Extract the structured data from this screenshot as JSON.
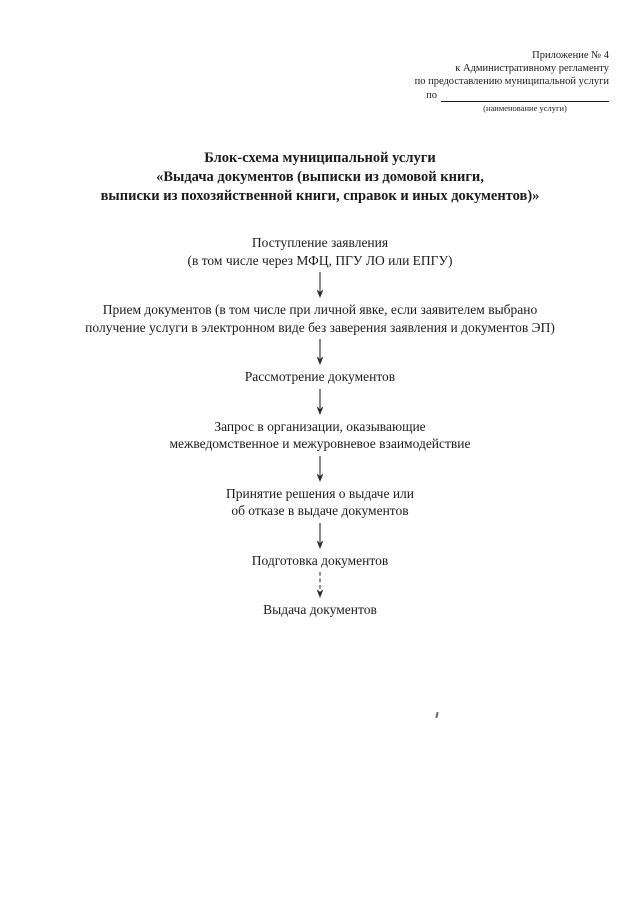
{
  "page": {
    "header": {
      "appendix": "Приложение № 4",
      "to_regulation": "к Административному регламенту",
      "service_provision": "по предоставлению муниципальной услуги",
      "po_prefix": "по",
      "blank_caption": "(наименование услуги)"
    },
    "title": {
      "line1": "Блок-схема муниципальной услуги",
      "line2": "«Выдача документов (выписки из домовой книги,",
      "line3": "выписки из похозяйственной книги, справок и иных документов)»"
    },
    "flowchart": {
      "steps": [
        {
          "id": "application-receipt",
          "text": "Поступление заявления\n(в том числе через МФЦ, ПГУ ЛО или ЕПГУ)"
        },
        {
          "id": "document-acceptance",
          "text": "Прием документов (в том числе при личной явке, если заявителем выбрано\nполучение услуги в электронном виде без заверения заявления и документов ЭП)"
        },
        {
          "id": "document-review",
          "text": "Рассмотрение документов"
        },
        {
          "id": "interagency-request",
          "text": "Запрос в организации, оказывающие\nмежведомственное и межуровневое взаимодействие"
        },
        {
          "id": "decision",
          "text": "Принятие решения о выдаче или\nоб отказе в выдаче документов"
        },
        {
          "id": "document-preparation",
          "text": "Подготовка документов"
        },
        {
          "id": "document-issuance",
          "text": "Выдача документов"
        }
      ],
      "connectors": [
        {
          "from": 0,
          "to": 1,
          "style": "solid"
        },
        {
          "from": 1,
          "to": 2,
          "style": "solid"
        },
        {
          "from": 2,
          "to": 3,
          "style": "solid"
        },
        {
          "from": 3,
          "to": 4,
          "style": "solid"
        },
        {
          "from": 4,
          "to": 5,
          "style": "solid"
        },
        {
          "from": 5,
          "to": 6,
          "style": "dashed"
        }
      ]
    },
    "colors": {
      "ink": "#1b1b1b",
      "paper": "#ffffff"
    }
  }
}
